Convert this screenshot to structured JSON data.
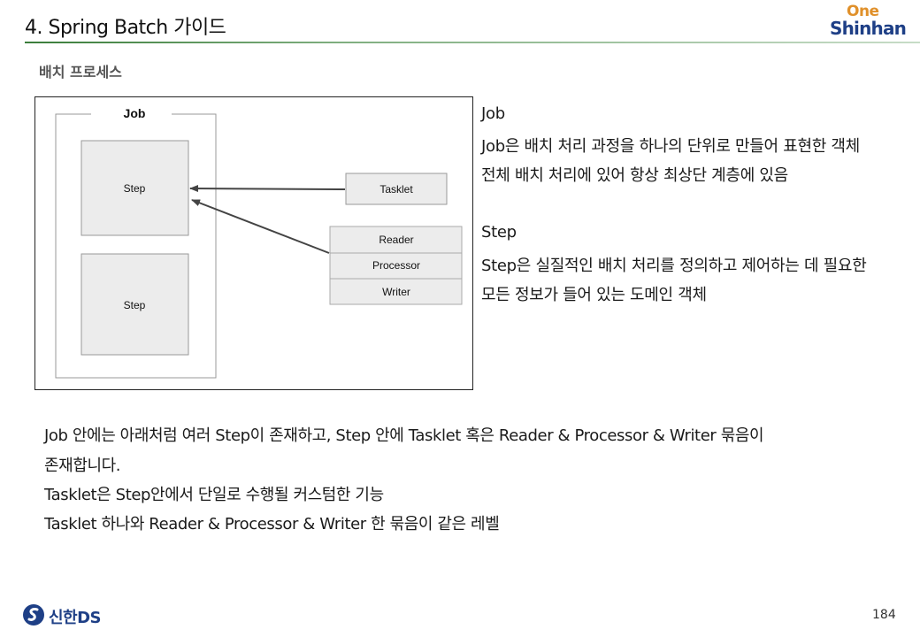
{
  "header": {
    "title": "4. Spring Batch 가이드"
  },
  "logo": {
    "line1": "One",
    "line2": "Shinhan",
    "color_one": "#e0902a",
    "color_shinhan": "#1e3f86"
  },
  "section": {
    "label": "배치 프로세스"
  },
  "diagram": {
    "job_label": "Job",
    "step1_label": "Step",
    "step2_label": "Step",
    "tasklet_label": "Tasklet",
    "reader_label": "Reader",
    "processor_label": "Processor",
    "writer_label": "Writer"
  },
  "job_desc": {
    "heading": "Job",
    "line1": "Job은 배치 처리 과정을 하나의 단위로 만들어 표현한 객체",
    "line2": "전체 배치 처리에 있어 항상 최상단 계층에 있음"
  },
  "step_desc": {
    "heading": "Step",
    "line1": "Step은 실질적인 배치 처리를 정의하고 제어하는 데 필요한",
    "line2": "모든 정보가 들어 있는 도메인 객체"
  },
  "body": {
    "line1": "Job 안에는 아래처럼 여러 Step이 존재하고, Step 안에 Tasklet 혹은 Reader & Processor & Writer 묶음이",
    "line2": "존재합니다.",
    "line3": "Tasklet은 Step안에서 단일로 수행될 커스텀한 기능",
    "line4": "Tasklet 하나와 Reader & Processor & Writer 한 묶음이 같은 레벨"
  },
  "footer": {
    "brand": "신한DS",
    "page": "184"
  }
}
